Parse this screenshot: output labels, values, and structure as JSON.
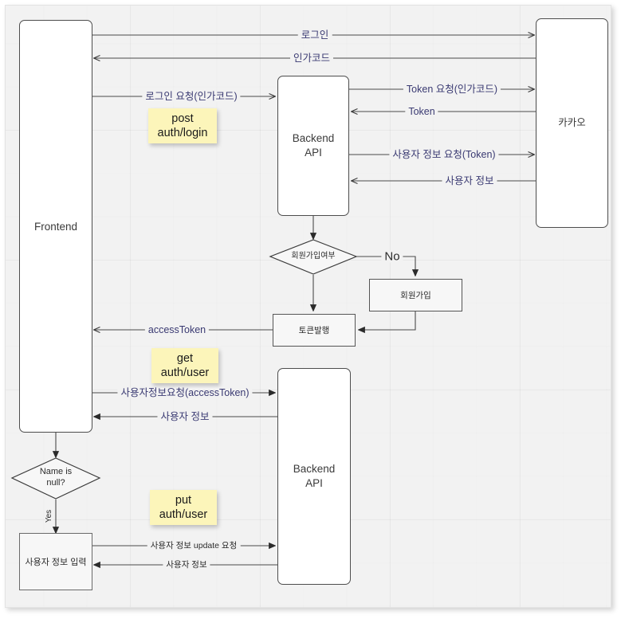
{
  "diagram": {
    "title": "Kakao OAuth login sequence flow",
    "background_color": "#f2f2f2",
    "note_color": "#fcf5ba",
    "arrow_label_color": "#3a3a72"
  },
  "nodes": {
    "frontend": {
      "label": "Frontend"
    },
    "backend_api_top": {
      "label": "Backend\nAPI",
      "line1": "Backend",
      "line2": "API"
    },
    "backend_api_bottom": {
      "label": "Backend\nAPI",
      "line1": "Backend",
      "line2": "API"
    },
    "kakao": {
      "label": "카카오"
    },
    "signup_decision": {
      "label": "회원가입여부"
    },
    "signup_box": {
      "label": "회원가입"
    },
    "token_issue": {
      "label": "토큰발행"
    },
    "name_null_decision": {
      "line1": "Name is",
      "line2": "null?"
    },
    "user_info_input": {
      "label": "사용자 정보 입력"
    }
  },
  "notes": [
    {
      "id": "note-post-auth-login",
      "line1": "post",
      "line2": "auth/login"
    },
    {
      "id": "note-get-auth-user",
      "line1": "get",
      "line2": "auth/user"
    },
    {
      "id": "note-put-auth-user",
      "line1": "put",
      "line2": "auth/user"
    }
  ],
  "edges": [
    {
      "id": "edge-login",
      "label": "로그인"
    },
    {
      "id": "edge-auth-code",
      "label": "인가코드"
    },
    {
      "id": "edge-login-request",
      "label": "로그인 요청(인가코드)"
    },
    {
      "id": "edge-token-request",
      "label": "Token 요청(인가코드)"
    },
    {
      "id": "edge-token",
      "label": "Token"
    },
    {
      "id": "edge-userinfo-request",
      "label": "사용자 정보 요청(Token)"
    },
    {
      "id": "edge-userinfo",
      "label": "사용자 정보"
    },
    {
      "id": "edge-no",
      "label": "No"
    },
    {
      "id": "edge-access-token",
      "label": "accessToken"
    },
    {
      "id": "edge-userinfo-req-token",
      "label": "사용자정보요청(accessToken)"
    },
    {
      "id": "edge-userinfo-2",
      "label": "사용자 정보"
    },
    {
      "id": "edge-yes",
      "label": "Yes"
    },
    {
      "id": "edge-userinfo-update-req",
      "label": "사용자 정보 update 요청"
    },
    {
      "id": "edge-userinfo-3",
      "label": "사용자 정보"
    }
  ]
}
